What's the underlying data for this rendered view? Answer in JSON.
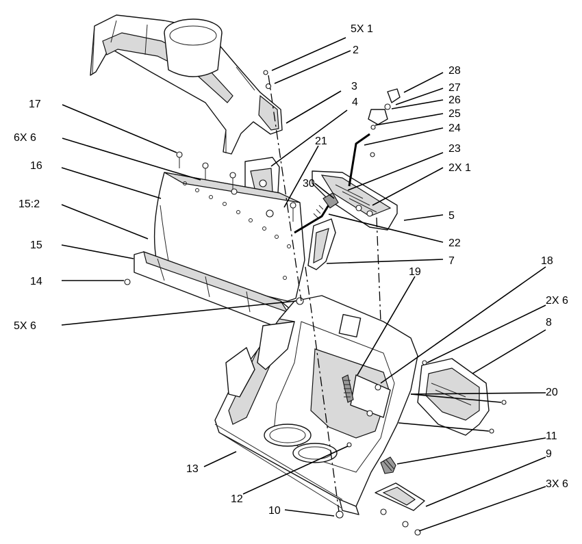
{
  "callouts": [
    {
      "id": "c-5x1",
      "text": "5X 1"
    },
    {
      "id": "c-2",
      "text": "2"
    },
    {
      "id": "c-3",
      "text": "3"
    },
    {
      "id": "c-4",
      "text": "4"
    },
    {
      "id": "c-17",
      "text": "17"
    },
    {
      "id": "c-6x6",
      "text": "6X 6"
    },
    {
      "id": "c-21",
      "text": "21"
    },
    {
      "id": "c-16",
      "text": "16"
    },
    {
      "id": "c-15-2",
      "text": "15:2"
    },
    {
      "id": "c-15",
      "text": "15"
    },
    {
      "id": "c-14",
      "text": "14"
    },
    {
      "id": "c-5x6",
      "text": "5X 6"
    },
    {
      "id": "c-28",
      "text": "28"
    },
    {
      "id": "c-27",
      "text": "27"
    },
    {
      "id": "c-26",
      "text": "26"
    },
    {
      "id": "c-25",
      "text": "25"
    },
    {
      "id": "c-24",
      "text": "24"
    },
    {
      "id": "c-23",
      "text": "23"
    },
    {
      "id": "c-2x1",
      "text": "2X 1"
    },
    {
      "id": "c-30",
      "text": "30"
    },
    {
      "id": "c-5",
      "text": "5"
    },
    {
      "id": "c-22",
      "text": "22"
    },
    {
      "id": "c-7",
      "text": "7"
    },
    {
      "id": "c-18",
      "text": "18"
    },
    {
      "id": "c-19",
      "text": "19"
    },
    {
      "id": "c-2x6",
      "text": "2X 6"
    },
    {
      "id": "c-8",
      "text": "8"
    },
    {
      "id": "c-20",
      "text": "20"
    },
    {
      "id": "c-11",
      "text": "11"
    },
    {
      "id": "c-9",
      "text": "9"
    },
    {
      "id": "c-3x6",
      "text": "3X 6"
    },
    {
      "id": "c-13",
      "text": "13"
    },
    {
      "id": "c-12",
      "text": "12"
    },
    {
      "id": "c-10",
      "text": "10"
    }
  ]
}
